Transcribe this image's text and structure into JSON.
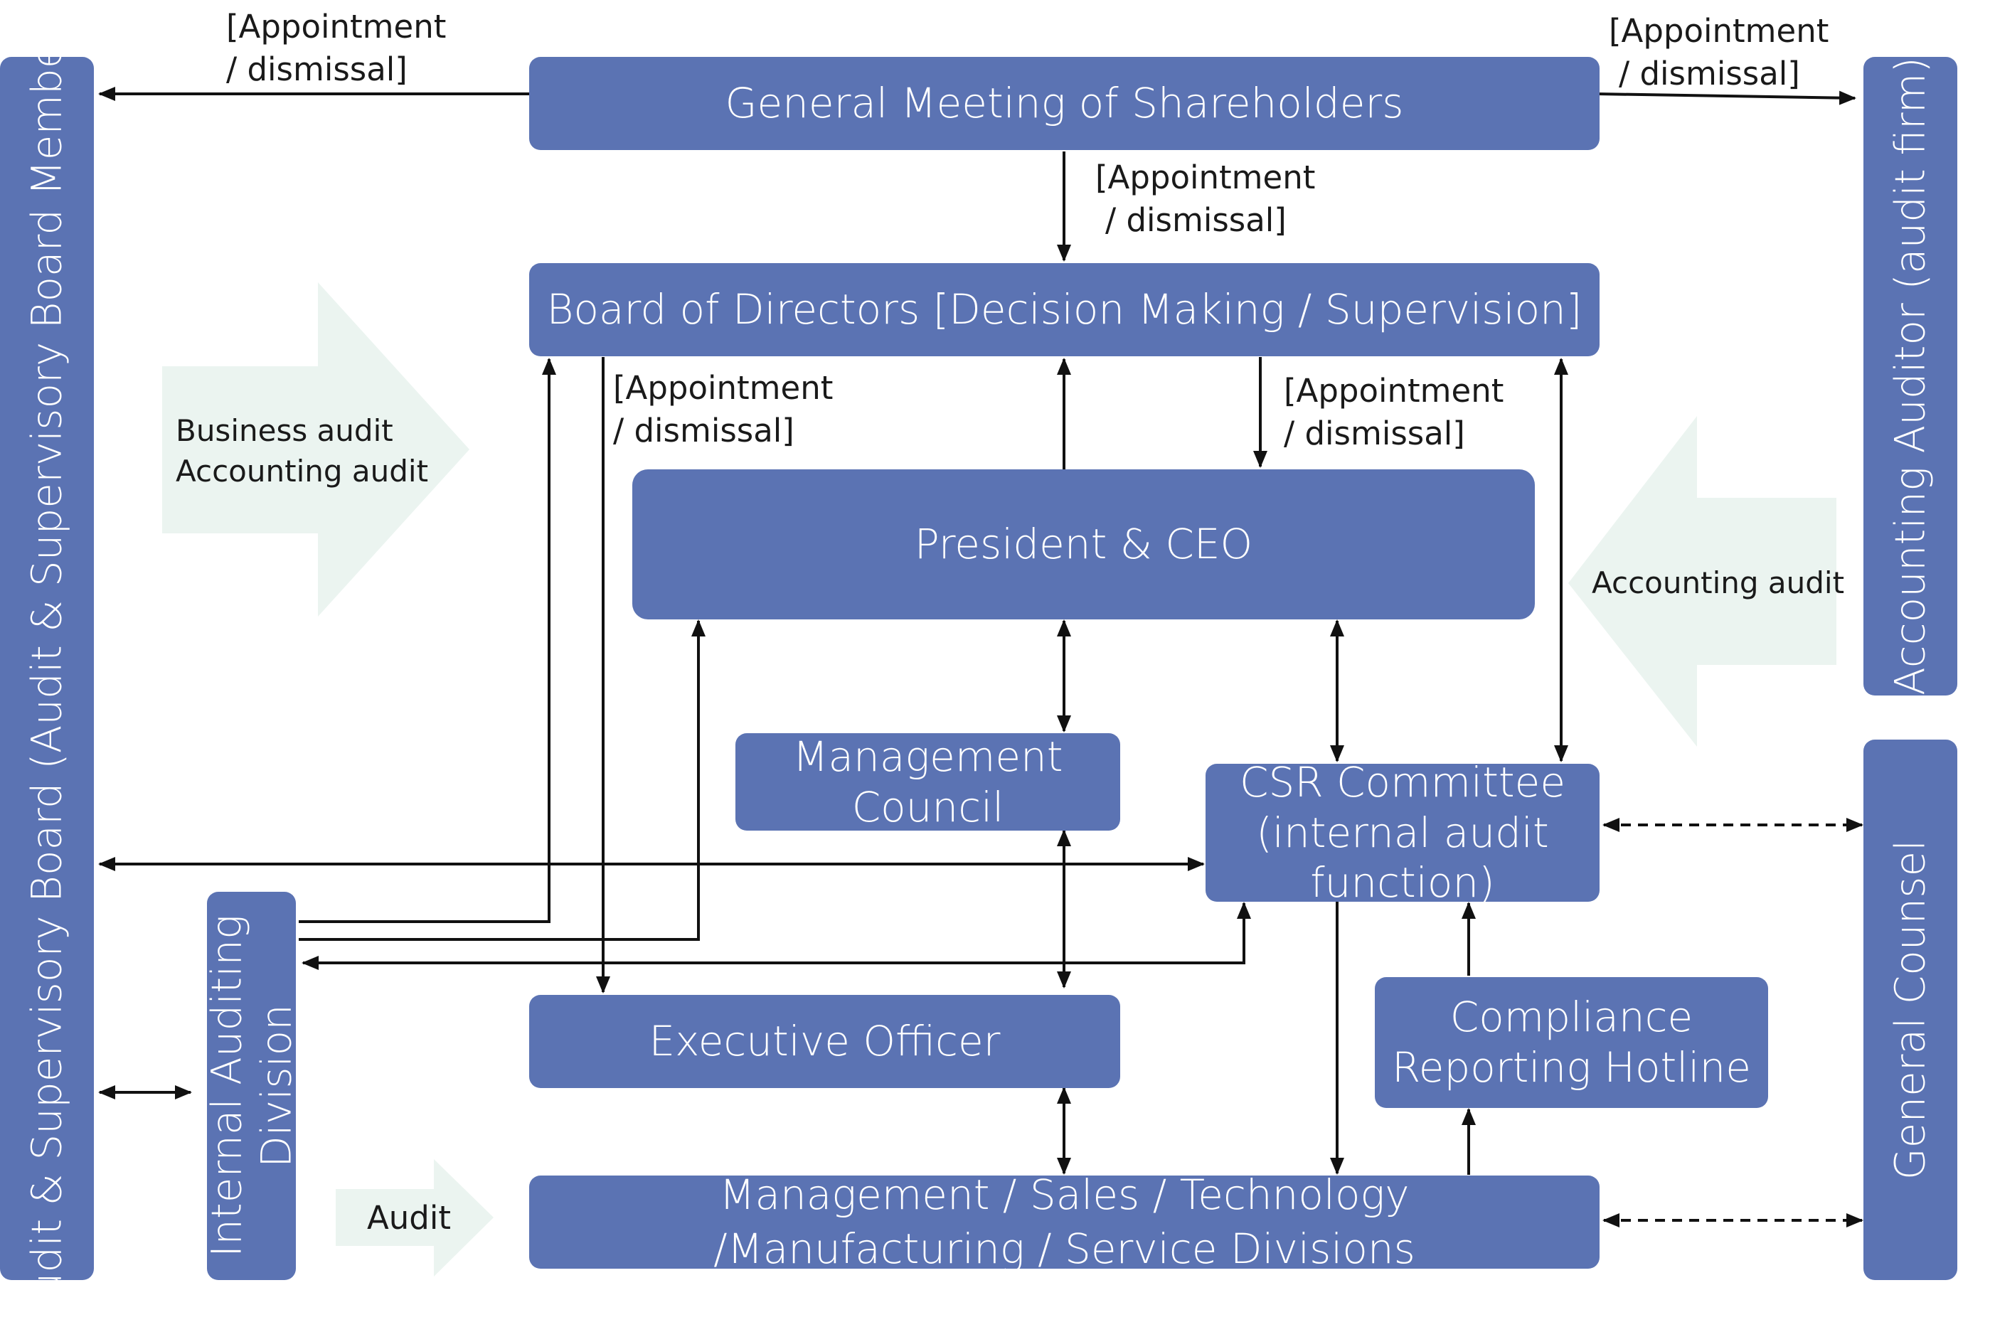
{
  "nodes": {
    "shareholders": "General Meeting of Shareholders",
    "board": "Board of Directors [Decision Making / Supervision]",
    "president": "President & CEO",
    "management_council": [
      "Management",
      "Council"
    ],
    "csr": [
      "CSR Committee",
      "(internal audit",
      "function)"
    ],
    "executive": "Executive Officer",
    "hotline": [
      "Compliance",
      "Reporting Hotline"
    ],
    "divisions": [
      "Management / Sales / Technology",
      "/Manufacturing / Service Divisions"
    ],
    "audit_board": "Audit & Supervisory Board (Audit & Supervisory Board Member)",
    "internal_audit": [
      "Internal Auditing",
      "Division"
    ],
    "accounting_auditor": "Accounting Auditor (audit firm)",
    "general_counsel": "General Counsel"
  },
  "labels": {
    "appt_top_left": [
      "[Appointment",
      "/ dismissal]"
    ],
    "appt_top_right": [
      "[Appointment",
      "/ dismissal]"
    ],
    "appt_center": [
      "[Appointment",
      "/ dismissal]"
    ],
    "appt_board_left": [
      "[Appointment",
      "/ dismissal]"
    ],
    "appt_board_right": [
      "[Appointment",
      "/ dismissal]"
    ],
    "business_audit": [
      "Business audit",
      "Accounting audit"
    ],
    "accounting_audit": "Accounting audit",
    "audit": "Audit"
  },
  "colors": {
    "box": "#5b73b3",
    "arrow_fill": "#ebf4f0",
    "line": "#111111"
  }
}
